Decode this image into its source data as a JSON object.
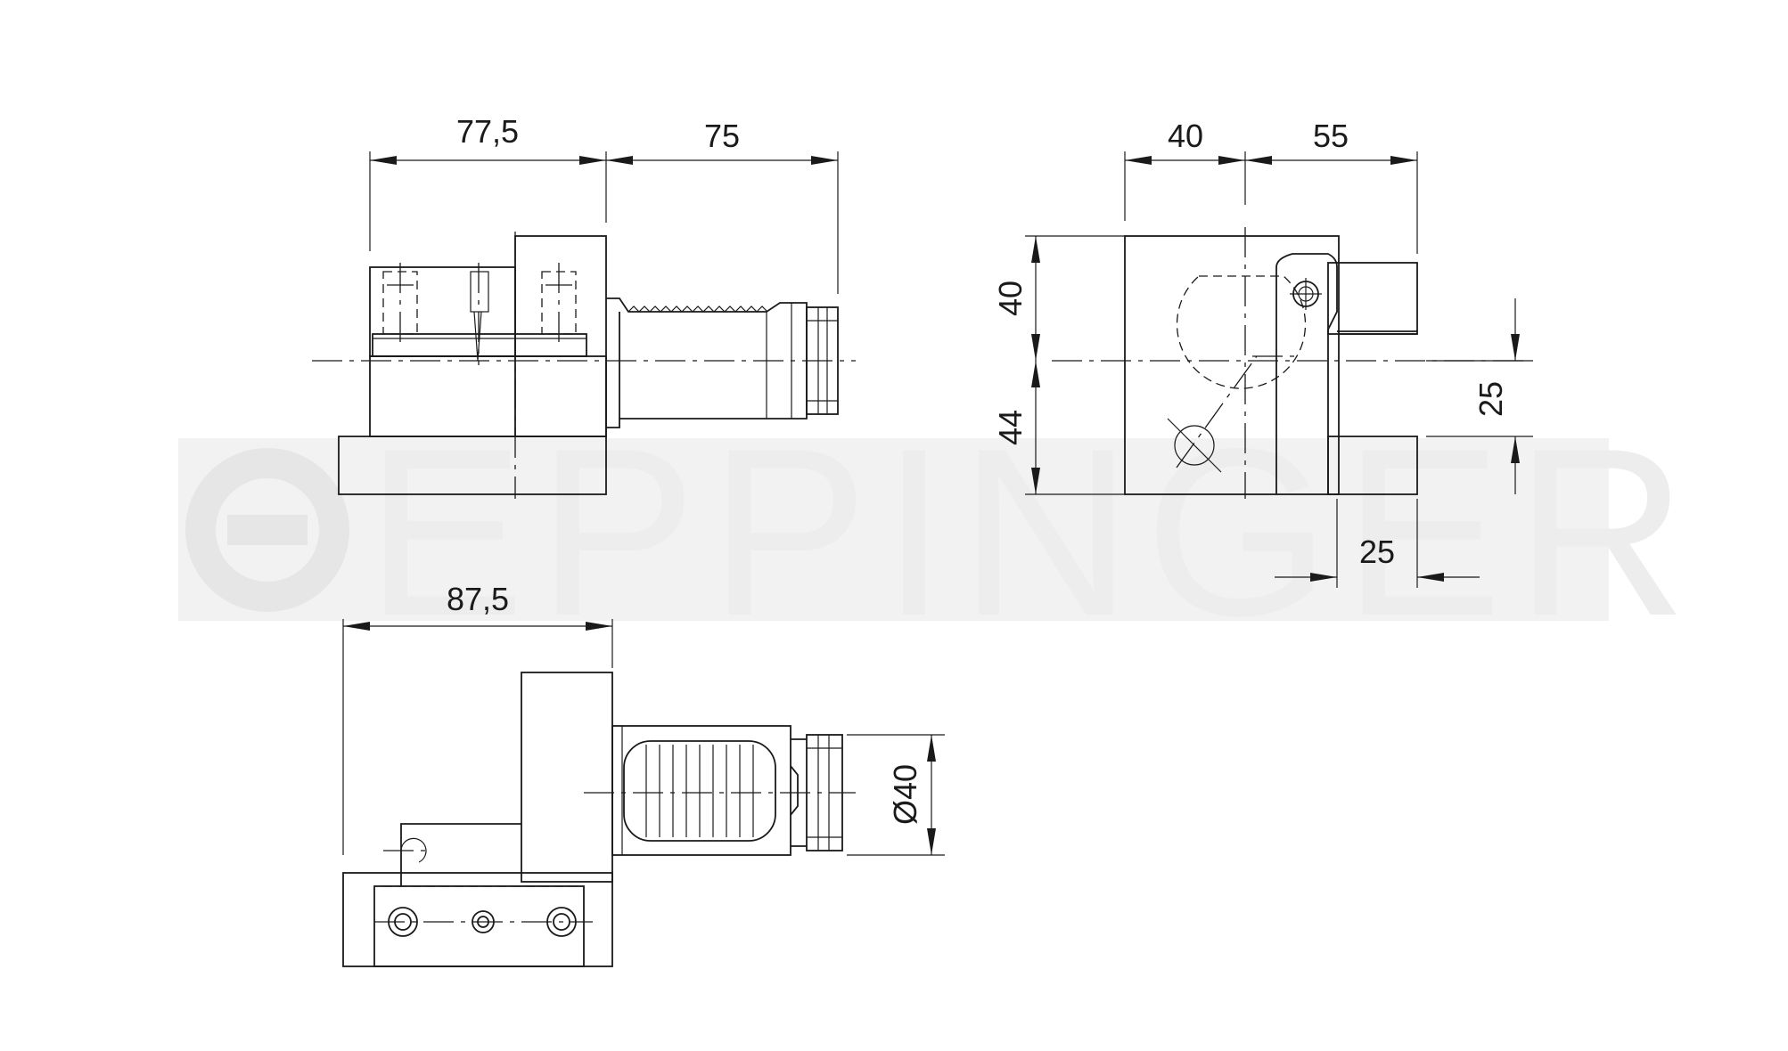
{
  "watermark": {
    "text": "EPPINGER",
    "color": "#ededed"
  },
  "dimensions": {
    "front_left_width": "77,5",
    "front_right_width": "75",
    "side_left_width": "40",
    "side_right_width": "55",
    "side_upper_height": "40",
    "side_lower_height": "44",
    "side_slot_height": "25",
    "side_slot_width": "25",
    "top_width": "87,5",
    "top_diameter": "Ø40"
  },
  "line_color": "#1a1a1a"
}
